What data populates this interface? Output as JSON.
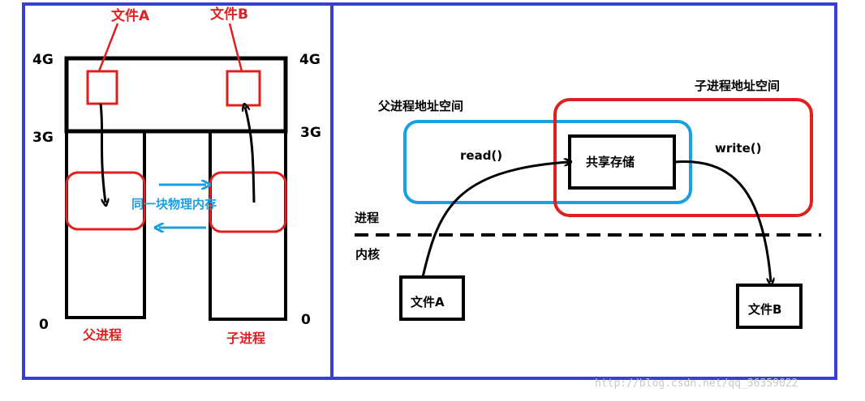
{
  "left_panel": {
    "file_a": "文件A",
    "file_b": "文件B",
    "tick_4g_left": "4G",
    "tick_4g_right": "4G",
    "tick_3g_left": "3G",
    "tick_3g_right": "3G",
    "tick_0_left": "0",
    "tick_0_right": "0",
    "shared_memory": "同一块物理内存",
    "parent_process": "父进程",
    "child_process": "子进程"
  },
  "right_panel": {
    "parent_space": "父进程地址空间",
    "child_space": "子进程地址空间",
    "shared_storage": "共享存储",
    "read_call": "read()",
    "write_call": "write()",
    "process_label": "进程",
    "kernel_label": "内核",
    "file_a": "文件A",
    "file_b": "文件B"
  },
  "watermark": "http://blog.csdn.net/qq_36359022",
  "colors": {
    "frame": "#3a3fd1",
    "red": "#e02020",
    "blue": "#1aa0e0",
    "ink": "#000000"
  }
}
